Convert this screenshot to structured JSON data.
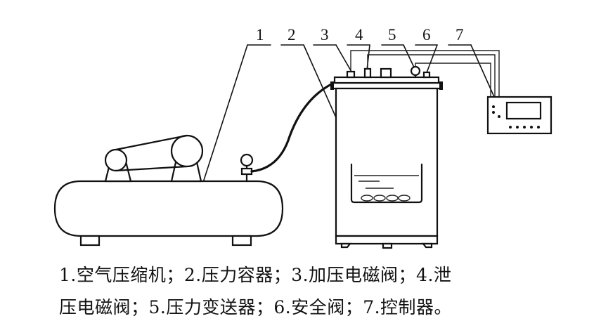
{
  "callouts": [
    "1",
    "2",
    "3",
    "4",
    "5",
    "6",
    "7"
  ],
  "legend": {
    "line1": "1.空气压缩机；2.压力容器；3.加压电磁阀；4.泄",
    "line2": "压电磁阀；5.压力变送器；6.安全阀；7.控制器。"
  },
  "components": [
    "air-compressor",
    "pressure-vessel",
    "pressurizing-solenoid-valve",
    "pressure-relief-solenoid-valve",
    "pressure-transmitter",
    "safety-valve",
    "controller"
  ]
}
